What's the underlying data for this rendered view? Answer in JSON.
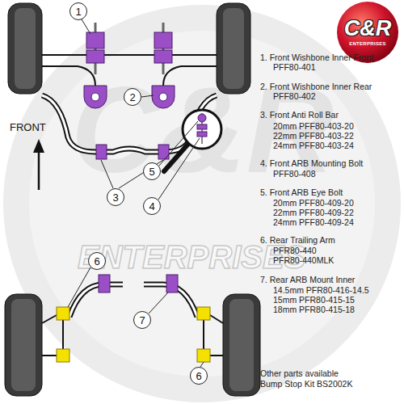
{
  "diagram": {
    "nodes": [
      {
        "text": [
          "1"
        ]
      },
      {
        "text": [
          "2"
        ]
      },
      {
        "text": [
          "3"
        ]
      },
      {
        "text": [
          "4"
        ]
      },
      {
        "text": [
          "5"
        ]
      },
      {
        "text": [
          "6"
        ]
      },
      {
        "text": [
          "7"
        ]
      },
      {
        "text": [
          "6"
        ]
      }
    ],
    "labels": [
      "C&R",
      "ENTERPRISES",
      "1. Front Wishbone Inner Front",
      "PFF80-401",
      "2. Front Wishbone Inner Rear",
      "PFF80-402",
      "3. Front Anti Roll Bar",
      "20mm PFF80-403-20",
      "22mm PFF80-403-22",
      "24mm PFF80-403-24",
      "4. Front ARB Mounting Bolt",
      "PFF80-408",
      "5. Front ARB Eye Bolt",
      "20mm PFF80-409-20",
      "22mm PFF80-409-22",
      "24mm PFF80-409-24",
      "6. Rear Trailing Arm",
      "PFR80-440",
      "PFR80-440MLK",
      "7. Rear ARB Mount Inner",
      "14.5mm PFR80-416-14.5",
      "15mm PFR80-415-15",
      "18mm PFR80-415-18",
      "Other parts available",
      "Bump Stop Kit BS2002K",
      "FRONT",
      "C&R",
      "ENTERPRISES"
    ]
  }
}
